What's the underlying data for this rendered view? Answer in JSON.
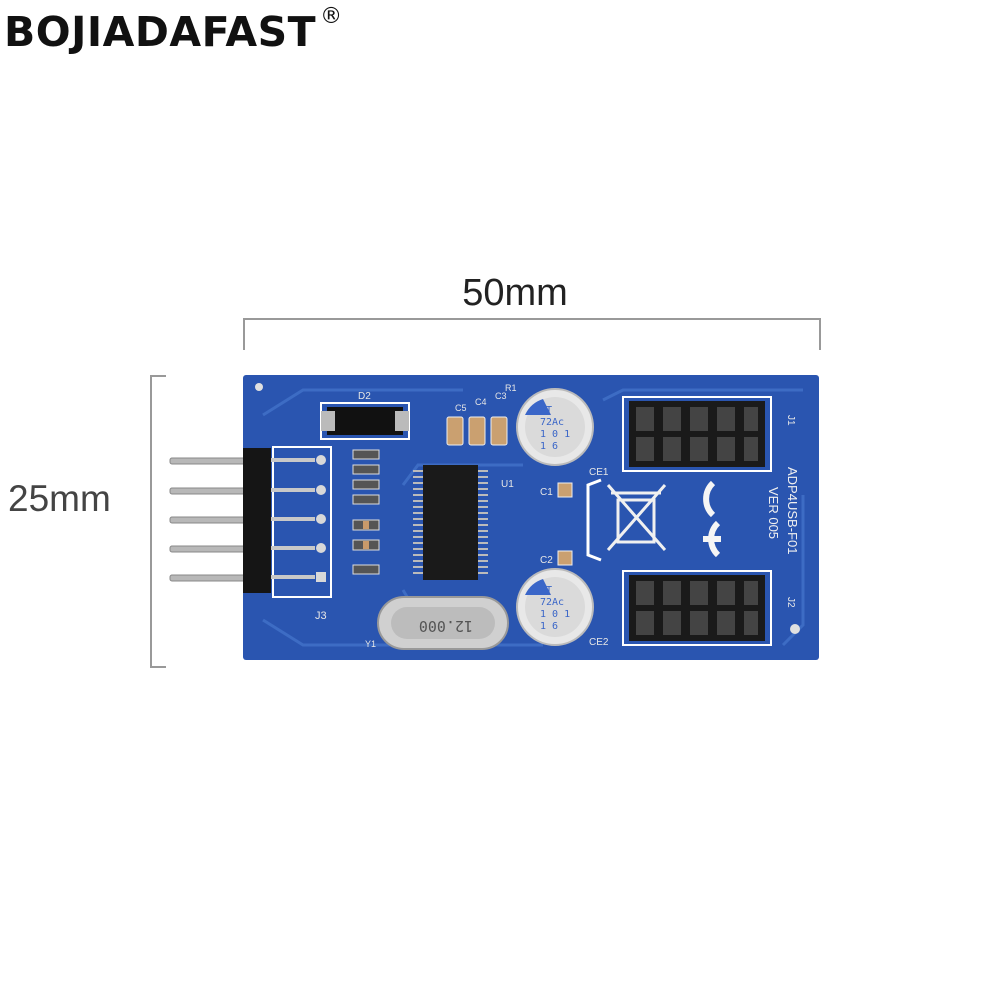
{
  "brand": {
    "name": "BOJIADAFAST",
    "mark": "®"
  },
  "dimensions": {
    "width": "50mm",
    "height": "25mm"
  },
  "pcb": {
    "model": "ADP4USB-F01",
    "version": "VER 005",
    "crystal": "12.000",
    "capacitor_marking": [
      "FT",
      "72Ac",
      "1 0 1",
      "1 6"
    ],
    "labels": {
      "d2": "D2",
      "u1": "U1",
      "y1": "Y1",
      "j1": "J1",
      "j2": "J2",
      "j3": "J3",
      "c1": "C1",
      "c2": "C2",
      "c3": "C3",
      "c4": "C4",
      "c5": "C5",
      "ce1": "CE1",
      "ce2": "CE2",
      "r1": "R1",
      "ce_mark": "CE"
    }
  }
}
